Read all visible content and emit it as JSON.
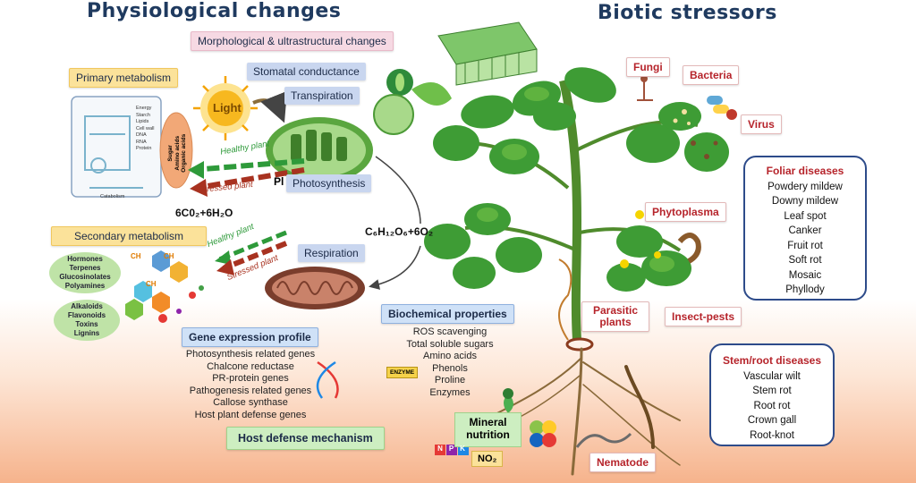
{
  "headers": {
    "left": "Physiological changes",
    "right": "Biotic stressors"
  },
  "physiology": {
    "morph": "Morphological & ultrastructural changes",
    "stomatal": "Stomatal conductance",
    "transpiration": "Transpiration",
    "photosynthesis": "Photosynthesis",
    "respiration": "Respiration",
    "light": "Light",
    "primary": "Primary metabolism",
    "secondary": "Secondary metabolism",
    "healthy1": "Healthy plant",
    "stressed1": "Stressed plant",
    "healthy2": "Healthy plant",
    "stressed2": "Stressed plant",
    "formula_left": "6C0₂+6H₂O",
    "formula_right": "C₆H₁₂O₆+6O₂",
    "pl_fragment": "Pl",
    "sugar_oval": [
      "Sugar",
      "Amino acids",
      "Organic acids"
    ],
    "cycle_labels": [
      "Energy",
      "Starch",
      "Lipids",
      "Cell wall",
      "DNA",
      "RNA",
      "Protein",
      "Catabolism"
    ],
    "oval1": [
      "Hormones",
      "Terpenes",
      "Glucosinolates",
      "Polyamines"
    ],
    "oval2": [
      "Alkaloids",
      "Flavonoids",
      "Toxins",
      "Lignins"
    ],
    "ch": "CH"
  },
  "gene": {
    "title": "Gene expression profile",
    "items": [
      "Photosynthesis related genes",
      "Chalcone reductase",
      "PR-protein genes",
      "Pathogenesis related genes",
      "Callose synthase",
      "Host plant defense genes"
    ]
  },
  "biochem": {
    "title": "Biochemical properties",
    "items": [
      "ROS scavenging",
      "Total soluble sugars",
      "Amino acids",
      "Phenols",
      "Proline",
      "Enzymes"
    ],
    "enzyme_chip": "ENZYME"
  },
  "defense": "Host defense mechanism",
  "mineral": {
    "label": "Mineral nutrition",
    "no2": "NO₂",
    "chips": [
      "N",
      "P",
      "K"
    ]
  },
  "stressors": {
    "fungi": "Fungi",
    "bacteria": "Bacteria",
    "virus": "Virus",
    "phytoplasma": "Phytoplasma",
    "parasitic": "Parasitic plants",
    "insect": "Insect-pests",
    "nematode": "Nematode"
  },
  "foliar": {
    "title": "Foliar diseases",
    "items": [
      "Powdery mildew",
      "Downy mildew",
      "Leaf spot",
      "Canker",
      "Fruit rot",
      "Soft rot",
      "Mosaic",
      "Phyllody"
    ]
  },
  "stemroot": {
    "title": "Stem/root diseases",
    "items": [
      "Vascular wilt",
      "Stem rot",
      "Root rot",
      "Crown gall",
      "Root-knot"
    ]
  },
  "colors": {
    "title": "#1f3a5f",
    "stressor_red": "#b6242b",
    "box_border": "#2d4b8a",
    "healthy_green": "#2e9a3a",
    "stressed_red": "#a83220"
  }
}
